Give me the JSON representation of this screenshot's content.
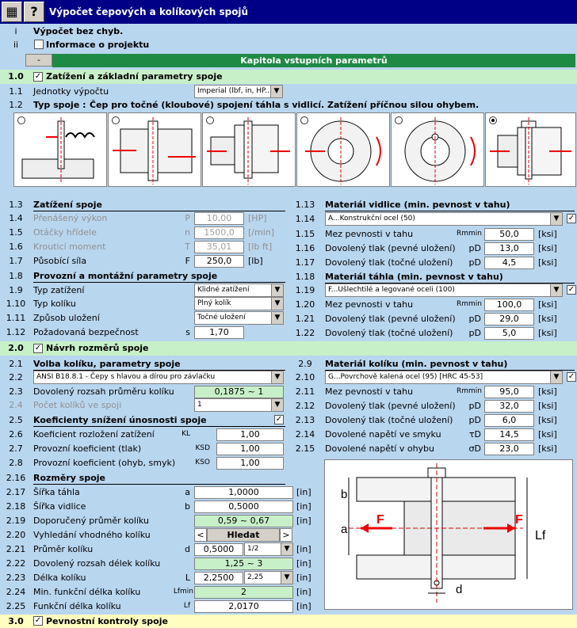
{
  "window": {
    "title": "Výpočet čepových a kolíkových spojů",
    "help": "?"
  },
  "rows": {
    "i": "i",
    "i_text": "Výpočet bez chyb.",
    "ii": "ii",
    "ii_text": "Informace o projektu",
    "minus": "-",
    "chapter": "Kapitola vstupních parametrů"
  },
  "s1": {
    "num": "1.0",
    "title": "Zatížení a základní parametry spoje",
    "n11": "1.1",
    "units_label": "Jednotky výpočtu",
    "units_value": "Imperial (lbf, in, HP...)",
    "n12": "1.2",
    "type_label": "Typ spoje :",
    "type_desc": "Čep pro točné (kloubové) spojení táhla s vidlicí. Zatížení příčnou silou ohybem.",
    "n13": "1.3",
    "load_title": "Zatížení spoje",
    "n14": "1.4",
    "power": "Přenášený výkon",
    "power_sym": "P",
    "power_val": "10,00",
    "power_unit": "[HP]",
    "n15": "1.5",
    "rpm": "Otáčky hřídele",
    "rpm_sym": "n",
    "rpm_val": "1500,0",
    "rpm_unit": "[/min]",
    "n16": "1.6",
    "torque": "Krouticí moment",
    "torque_sym": "T",
    "torque_val": "35,01",
    "torque_unit": "[lb ft]",
    "n17": "1.7",
    "force": "Působící síla",
    "force_sym": "F",
    "force_val": "250,0",
    "force_unit": "[lb]",
    "n18": "1.8",
    "op_title": "Provozní a montážní parametry spoje",
    "n19": "1.9",
    "loadtype": "Typ zatížení",
    "loadtype_val": "Klidné zatížení",
    "n110": "1.10",
    "pintype": "Typ kolíku",
    "pintype_val": "Plný kolík",
    "n111": "1.11",
    "mount": "Způsob uložení",
    "mount_val": "Točné uložení",
    "n112": "1.12",
    "safety": "Požadovaná bezpečnost",
    "safety_sym": "s",
    "safety_val": "1,70",
    "n113": "1.13",
    "fork_title": "Materiál vidlice (min. pevnost v tahu)",
    "n114": "1.14",
    "fork_mat": "A...Konstrukční ocel   (50)",
    "n115": "1.15",
    "fork_rm": "Mez pevnosti v tahu",
    "fork_rm_sym": "Rmmin",
    "fork_rm_val": "50,0",
    "fork_rm_unit": "[ksi]",
    "n116": "1.16",
    "fork_pf": "Dovolený tlak (pevné uložení)",
    "fork_pf_sym": "pD",
    "fork_pf_val": "13,0",
    "fork_pf_unit": "[ksi]",
    "n117": "1.17",
    "fork_pt": "Dovolený tlak (točné uložení)",
    "fork_pt_sym": "pD",
    "fork_pt_val": "4,5",
    "fork_pt_unit": "[ksi]",
    "n118": "1.18",
    "rod_title": "Materiál táhla (min. pevnost v tahu)",
    "n119": "1.19",
    "rod_mat": "F...Ušlechtilé a legované oceli   (100)",
    "n120": "1.20",
    "rod_rm": "Mez pevnosti v tahu",
    "rod_rm_sym": "Rmmin",
    "rod_rm_val": "100,0",
    "rod_rm_unit": "[ksi]",
    "n121": "1.21",
    "rod_pf": "Dovolený tlak (pevné uložení)",
    "rod_pf_sym": "pD",
    "rod_pf_val": "29,0",
    "rod_pf_unit": "[ksi]",
    "n122": "1.22",
    "rod_pt": "Dovolený tlak (točné uložení)",
    "rod_pt_sym": "pD",
    "rod_pt_val": "5,0",
    "rod_pt_unit": "[ksi]"
  },
  "s2": {
    "num": "2.0",
    "title": "Návrh rozměrů spoje",
    "n21": "2.1",
    "pin_title": "Volba kolíku, parametry spoje",
    "n22": "2.2",
    "pin_std": "ANSI B18.8.1  -  Čepy s hlavou a dírou pro závlačku",
    "n23": "2.3",
    "dia_range": "Dovolený rozsah průměru kolíku",
    "dia_range_val": "0,1875 ~ 1",
    "n24": "2.4",
    "count": "Počet kolíků ve spoji",
    "count_val": "1",
    "n25": "2.5",
    "coef_title": "Koeficienty snížení únosnosti spoje",
    "n26": "2.6",
    "kl": "Koeficient rozložení zatížení",
    "kl_sym": "KL",
    "kl_val": "1,00",
    "n27": "2.7",
    "ksd": "Provozní koeficient (tlak)",
    "ksd_sym": "KSD",
    "ksd_val": "1,00",
    "n28": "2.8",
    "kso": "Provozní koeficient (ohyb, smyk)",
    "kso_sym": "KSO",
    "kso_val": "1,00",
    "n29": "2.9",
    "pinmat_title": "Materiál kolíku  (min. pevnost v tahu)",
    "n210": "2.10",
    "pinmat": "G...Povrchově kalená ocel   (95)   [HRC 45-53]",
    "n211": "2.11",
    "pin_rm": "Mez pevnosti v tahu",
    "pin_rm_sym": "Rmmin",
    "pin_rm_val": "95,0",
    "pin_rm_unit": "[ksi]",
    "n212": "2.12",
    "pin_pf": "Dovolený tlak (pevné uložení)",
    "pin_pf_sym": "pD",
    "pin_pf_val": "32,0",
    "pin_pf_unit": "[ksi]",
    "n213": "2.13",
    "pin_pt": "Dovolený tlak (točné uložení)",
    "pin_pt_sym": "pD",
    "pin_pt_val": "6,0",
    "pin_pt_unit": "[ksi]",
    "n214": "2.14",
    "pin_sh": "Dovolené napětí ve smyku",
    "pin_sh_sym": "τD",
    "pin_sh_val": "14,5",
    "pin_sh_unit": "[ksi]",
    "n215": "2.15",
    "pin_be": "Dovolené napětí v ohybu",
    "pin_be_sym": "σD",
    "pin_be_val": "23,0",
    "pin_be_unit": "[ksi]",
    "n216": "2.16",
    "dim_title": "Rozměry spoje",
    "n217": "2.17",
    "a": "Šířka táhla",
    "a_sym": "a",
    "a_val": "1,0000",
    "a_unit": "[in]",
    "n218": "2.18",
    "b": "Šířka vidlice",
    "b_sym": "b",
    "b_val": "0,5000",
    "b_unit": "[in]",
    "n219": "2.19",
    "rec": "Doporučený průměr kolíku",
    "rec_val": "0,59 ~ 0,67",
    "rec_unit": "[in]",
    "n220": "2.20",
    "find": "Vyhledání vhodného kolíku",
    "prev": "<",
    "find_btn": "Hledat",
    "next": ">",
    "n221": "2.21",
    "d": "Průměr kolíku",
    "d_sym": "d",
    "d_val": "0,5000",
    "d_sel": "1/2",
    "d_unit": "[in]",
    "n222": "2.22",
    "lrange": "Dovolený rozsah délek kolíku",
    "lrange_val": "1,25 ~ 3",
    "lrange_unit": "[in]",
    "n223": "2.23",
    "l": "Délka kolíku",
    "l_sym": "L",
    "l_val": "2,2500",
    "l_sel": "2,25",
    "l_unit": "[in]",
    "n224": "2.24",
    "lmin": "Min. funkční délka kolíku",
    "lmin_sym": "Lfmin",
    "lmin_val": "2",
    "lmin_unit": "[in]",
    "n225": "2.25",
    "lf": "Funkční délka kolíku",
    "lf_sym": "Lf",
    "lf_val": "2,0170",
    "lf_unit": "[in]"
  },
  "s3": {
    "num": "3.0",
    "title": "Pevnostní kontroly spoje"
  },
  "diagram": {
    "a": "a",
    "b": "b",
    "F1": "F",
    "F2": "F",
    "d": "d",
    "Lf": "Lf"
  },
  "colors": {
    "title_bg": "#000087",
    "body_bg": "#b9d6ef",
    "green": "#c8f0c8",
    "section": "#fffff0",
    "accent": "#e00000"
  }
}
